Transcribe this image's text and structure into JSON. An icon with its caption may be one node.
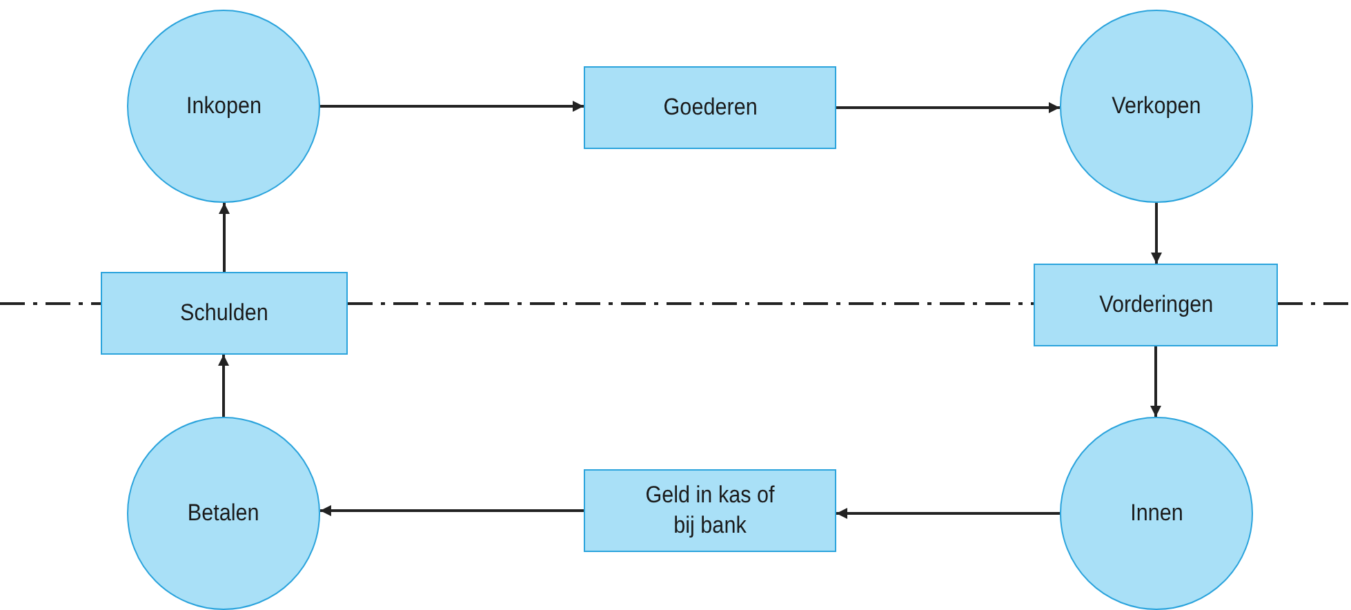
{
  "diagram": {
    "nodes": [
      {
        "text": [
          "Inkopen"
        ]
      },
      {
        "text": [
          "Goederen"
        ]
      },
      {
        "text": [
          "Verkopen"
        ]
      },
      {
        "text": [
          "Schulden"
        ]
      },
      {
        "text": [
          "Vorderingen"
        ]
      },
      {
        "text": [
          "Betalen"
        ]
      },
      {
        "text": [
          "Geld in kas of bij bank"
        ]
      },
      {
        "text": [
          "Innen"
        ]
      }
    ],
    "edges": [
      {
        "from": 0,
        "to": 1,
        "arrow": "to"
      },
      {
        "from": 1,
        "to": 2,
        "arrow": "to"
      },
      {
        "from": 2,
        "to": 4,
        "arrow": "to"
      },
      {
        "from": 4,
        "to": 7,
        "arrow": "to"
      },
      {
        "from": 7,
        "to": 6,
        "arrow": "to"
      },
      {
        "from": 6,
        "to": 5,
        "arrow": "to"
      },
      {
        "from": 5,
        "to": 3,
        "arrow": "to"
      },
      {
        "from": 3,
        "to": 0,
        "arrow": "to"
      }
    ]
  }
}
